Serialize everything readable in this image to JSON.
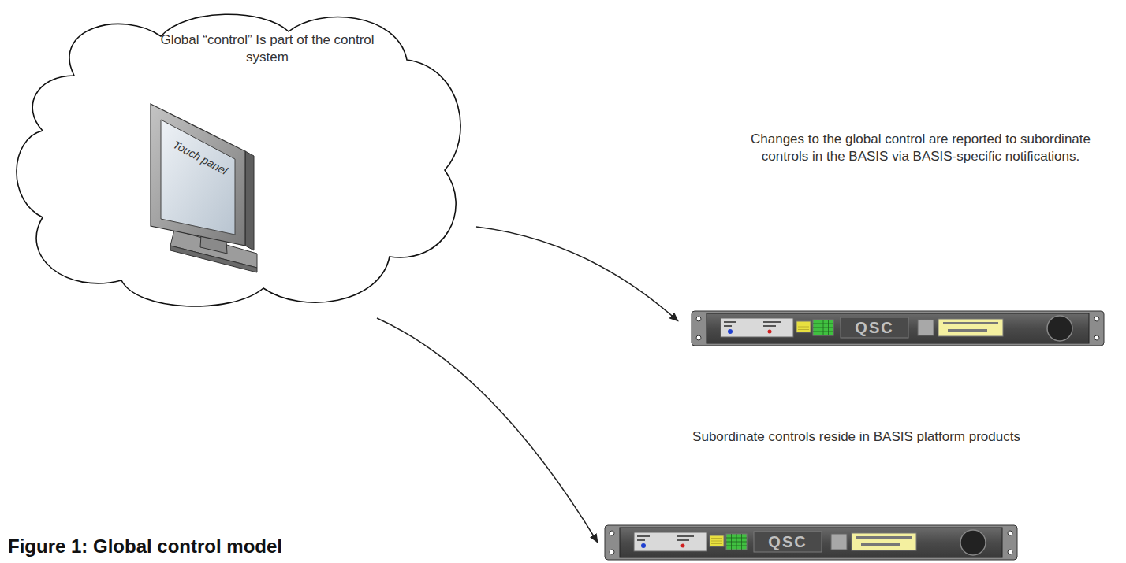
{
  "diagram": {
    "caption": "Figure 1: Global control model",
    "nodes": [
      {
        "text": [
          "Global “control” Is part of the control system"
        ]
      },
      {
        "text": [
          "Touch panel"
        ],
        "in": 0
      },
      {
        "text": [
          "QSC"
        ]
      },
      {
        "text": [
          "QSC"
        ]
      }
    ],
    "edges": [
      {
        "from": 0,
        "to": 2,
        "arrow": "to"
      },
      {
        "from": 0,
        "to": 3,
        "arrow": "to"
      }
    ],
    "labels": [
      "Changes to the global control are reported to subordinate controls in the BASIS via BASIS-specific notifications.",
      "Subordinate controls reside in BASIS platform products"
    ]
  }
}
